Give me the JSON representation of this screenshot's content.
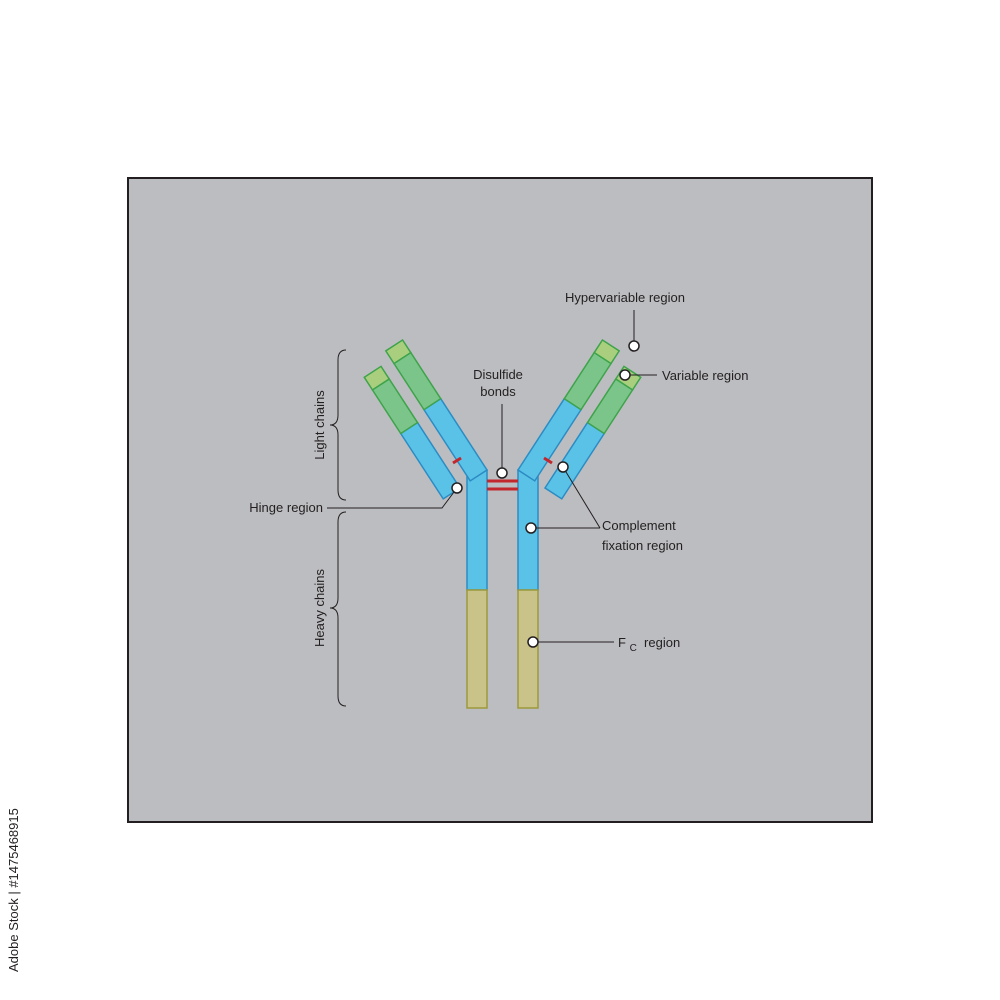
{
  "labels": {
    "hypervariable": "Hypervariable region",
    "variable": "Variable region",
    "disulfide_line1": "Disulfide",
    "disulfide_line2": "bonds",
    "light_chains": "Light chains",
    "heavy_chains": "Heavy chains",
    "hinge": "Hinge region",
    "complement_line1": "Complement",
    "complement_line2": "fixation region",
    "fc_main": "F",
    "fc_sub": "C",
    "fc_rest": " region"
  },
  "stock_id": "Adobe Stock | #1475468915",
  "colors": {
    "panel": "#bcbdc0",
    "panel_border": "#231f20",
    "constant_fill": "#5bc2e7",
    "constant_stroke": "#2b8cc4",
    "variable_fill": "#7cc58a",
    "variable_stroke": "#3ea34b",
    "hypervariable_fill": "#a9cf7e",
    "fc_fill": "#c9c38a",
    "fc_stroke": "#9c9a3a",
    "bond": "#c1272d",
    "leader": "#231f20"
  }
}
